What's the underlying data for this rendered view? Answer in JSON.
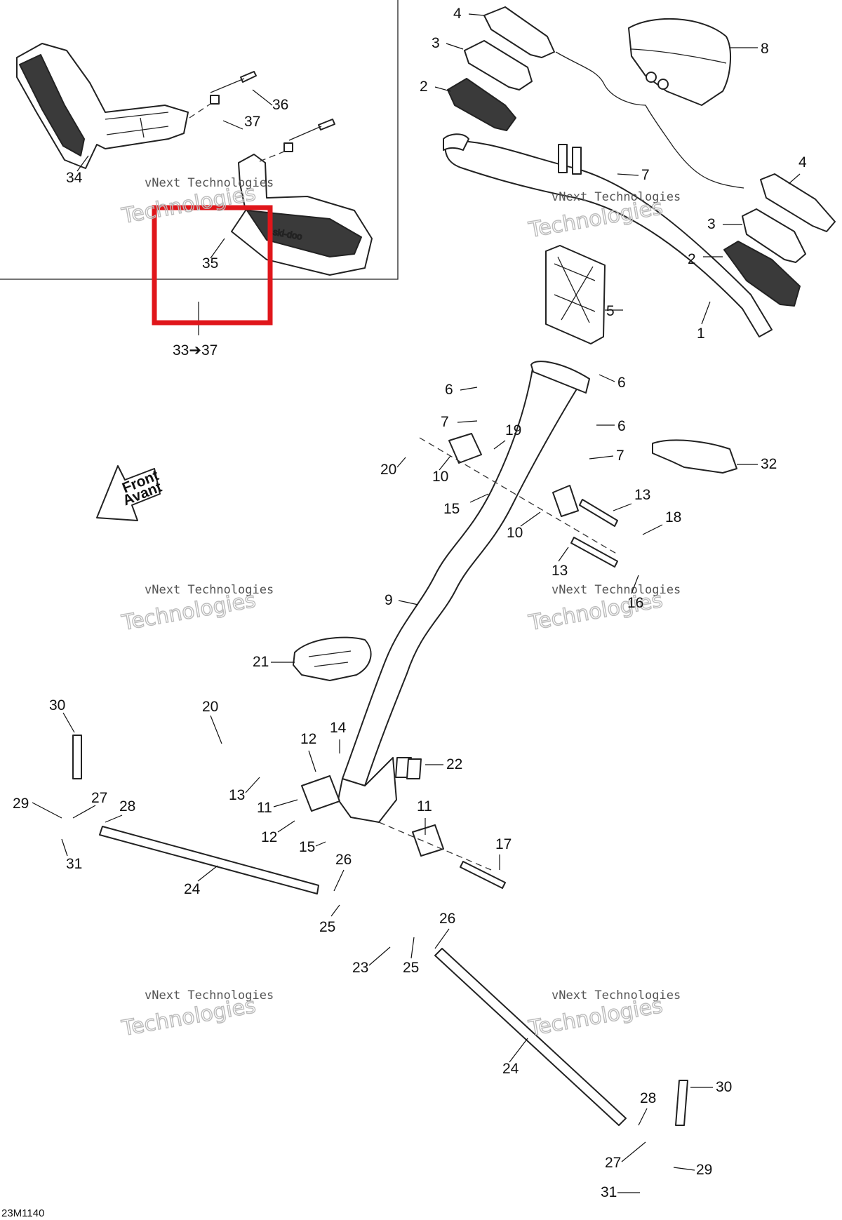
{
  "diagram": {
    "reference_code": "23M1140",
    "kit_label": "33➔37",
    "front_arrow": {
      "line1": "Front",
      "line2": "Avant"
    },
    "watermark": {
      "line1": "vNext Technologies",
      "line2": "Technologies"
    },
    "highlight_color": "#e0161b",
    "callouts": [
      "1",
      "2",
      "2",
      "3",
      "3",
      "4",
      "4",
      "5",
      "6",
      "6",
      "6",
      "7",
      "7",
      "7",
      "8",
      "9",
      "10",
      "10",
      "11",
      "11",
      "12",
      "12",
      "13",
      "13",
      "13",
      "14",
      "15",
      "15",
      "16",
      "17",
      "18",
      "19",
      "20",
      "20",
      "21",
      "22",
      "23",
      "24",
      "24",
      "25",
      "25",
      "26",
      "26",
      "27",
      "27",
      "28",
      "28",
      "29",
      "29",
      "30",
      "30",
      "31",
      "31",
      "32",
      "34",
      "35",
      "36",
      "37"
    ]
  }
}
